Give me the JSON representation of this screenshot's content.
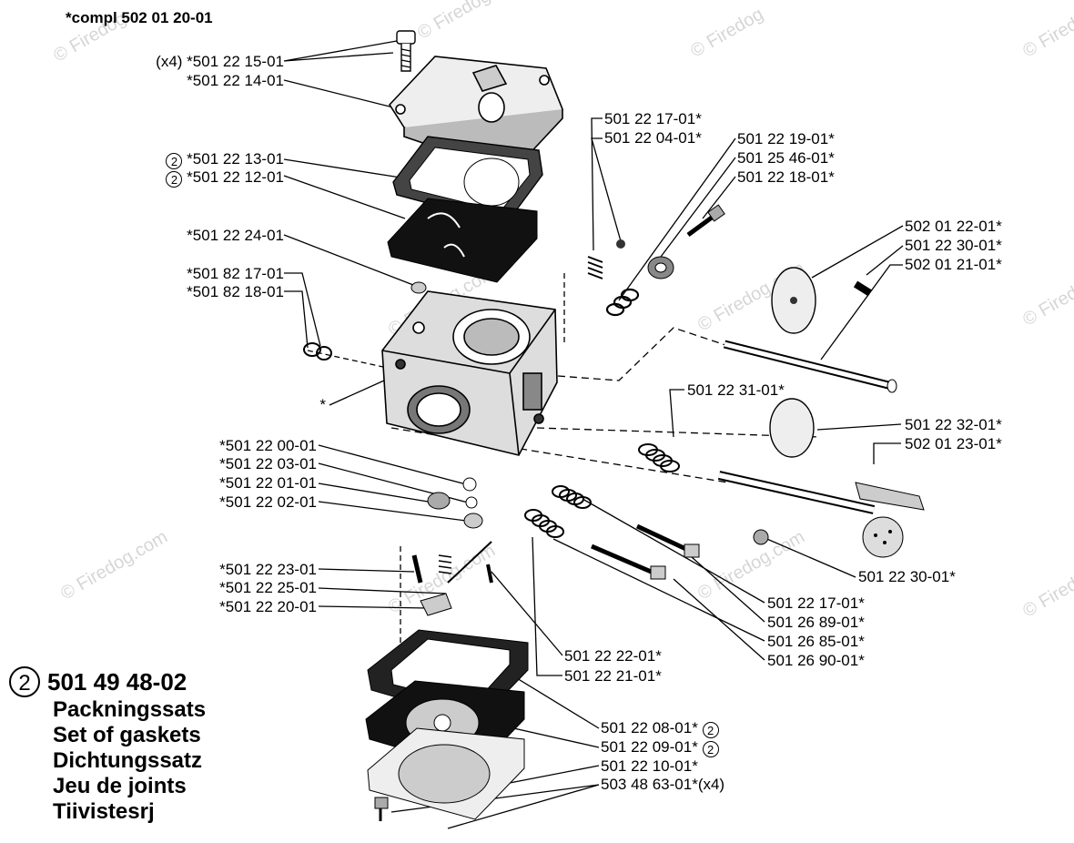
{
  "title": "*compl 502 01 20-01",
  "watermark": "© Firedog.com",
  "watermark_short": "© Firedog",
  "left_labels": {
    "l1": "(x4) *501 22 15-01",
    "l2": "*501 22 14-01",
    "l3_mark": "2",
    "l3": "*501 22 13-01",
    "l4_mark": "2",
    "l4": "*501 22 12-01",
    "l5": "*501 22 24-01",
    "l6": "*501 82 17-01",
    "l7": "*501 82 18-01",
    "l8": "*",
    "l9": "*501 22 00-01",
    "l10": "*501 22 03-01",
    "l11": "*501 22 01-01",
    "l12": "*501 22 02-01",
    "l13": "*501 22 23-01",
    "l14": "*501 22 25-01",
    "l15": "*501 22 20-01"
  },
  "right_labels": {
    "r1": "501 22 17-01*",
    "r2": "501 22 04-01*",
    "r3": "501 22 19-01*",
    "r4": "501 25 46-01*",
    "r5": "501 22 18-01*",
    "r6": "502 01 22-01*",
    "r7": "501 22 30-01*",
    "r8": "502 01 21-01*",
    "r9": "501 22 31-01*",
    "r10": "501 22 32-01*",
    "r11": "502 01 23-01*",
    "r12": "501 22 30-01*",
    "r13": "501 22 17-01*",
    "r14": "501 26 89-01*",
    "r15": "501 26 85-01*",
    "r16": "501 26 90-01*",
    "r17": "501 22 22-01*",
    "r18": "501 22 21-01*",
    "r19": "501 22 08-01*",
    "r19_mark": "2",
    "r20": "501 22 09-01*",
    "r20_mark": "2",
    "r21": "501 22 10-01*",
    "r22": "503 48 63-01*(x4)"
  },
  "gasket_kit": {
    "mark": "2",
    "number": "501 49 48-02",
    "lines": [
      "Packningssats",
      "Set of gaskets",
      "Dichtungssatz",
      "Jeu de joints",
      "Tiivistesrj"
    ]
  }
}
